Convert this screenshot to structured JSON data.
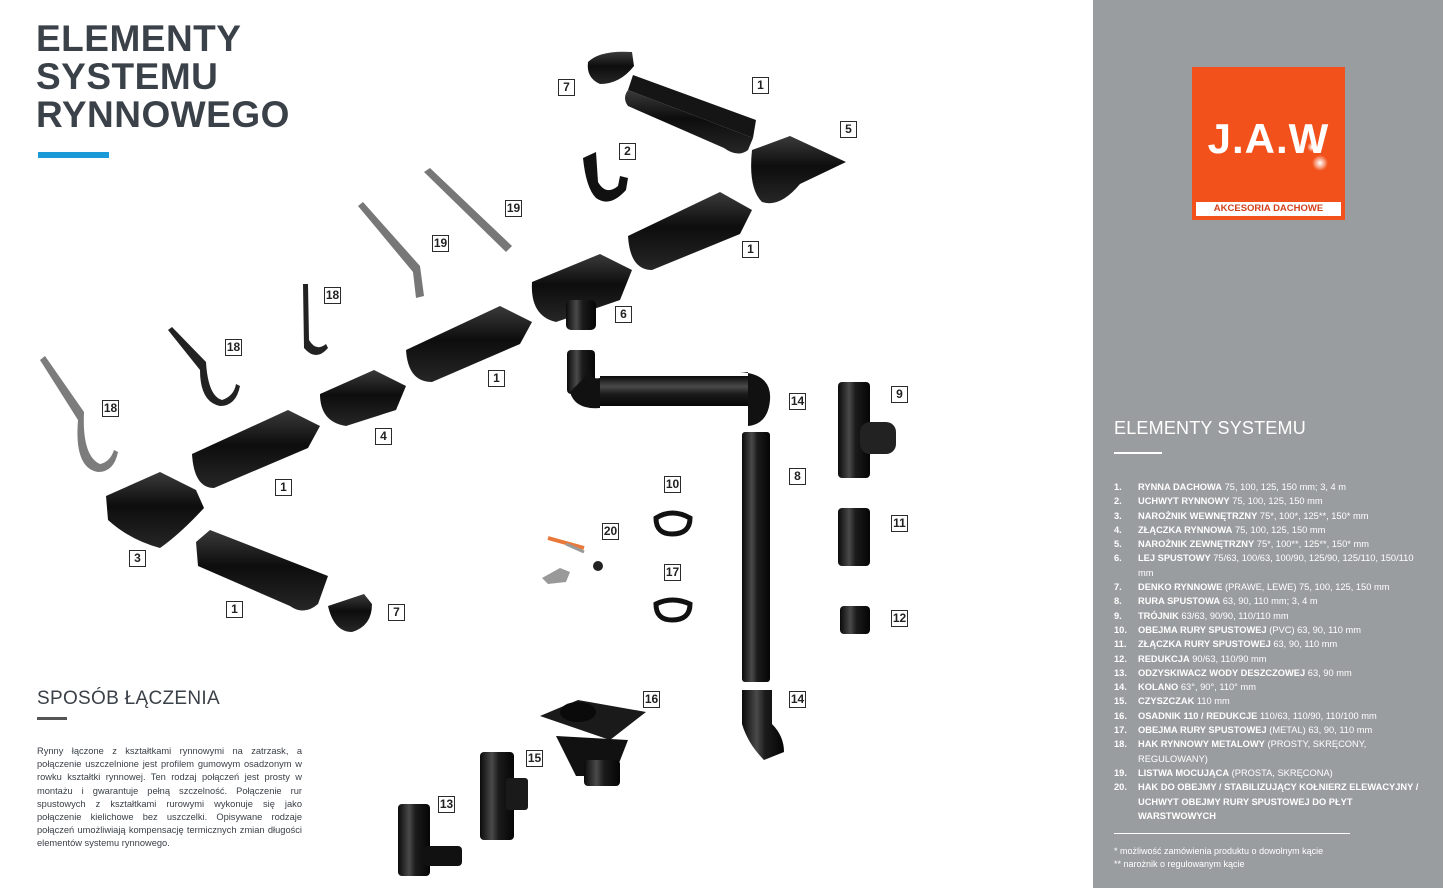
{
  "title_lines": [
    "ELEMENTY",
    "SYSTEMU",
    "RYNNOWEGO"
  ],
  "labels": {
    "l1a": "1",
    "l1b": "1",
    "l1c": "1",
    "l1d": "1",
    "l1e": "1",
    "l2": "2",
    "l3": "3",
    "l4": "4",
    "l5": "5",
    "l6": "6",
    "l7a": "7",
    "l7b": "7",
    "l8": "8",
    "l9": "9",
    "l10": "10",
    "l11": "11",
    "l12": "12",
    "l13": "13",
    "l14a": "14",
    "l14b": "14",
    "l15": "15",
    "l16": "16",
    "l17": "17",
    "l18a": "18",
    "l18b": "18",
    "l18c": "18",
    "l19a": "19",
    "l19b": "19",
    "l20": "20"
  },
  "sposob": {
    "title": "SPOSÓB ŁĄCZENIA",
    "text": "Rynny łączone z kształtkami rynnowymi na zatrzask, a połączenie uszczelnione jest profilem gumowym osadzonym w rowku kształtki rynnowej. Ten rodzaj połączeń jest prosty w montażu i gwarantuje pełną szczelność. Połączenie rur spustowych z kształtkami rurowymi wykonuje się jako połączenie kielichowe bez uszczelki. Opisywane rodzaje połączeń umożliwiają kompensację termicznych zmian długości elementów systemu rynnowego."
  },
  "logo": {
    "text": "J.A.W",
    "sub": "AKCESORIA DACHOWE",
    "bg": "#f2511b"
  },
  "elements": {
    "title": "ELEMENTY SYSTEMU",
    "items": [
      {
        "num": "1.",
        "name": "RYNNA DACHOWA",
        "spec": "75, 100, 125, 150 mm; 3, 4 m"
      },
      {
        "num": "2.",
        "name": "UCHWYT RYNNOWY",
        "spec": "75, 100, 125, 150 mm"
      },
      {
        "num": "3.",
        "name": "NAROŻNIK WEWNĘTRZNY",
        "spec": "75*, 100*, 125**, 150* mm"
      },
      {
        "num": "4.",
        "name": "ZŁĄCZKA RYNNOWA",
        "spec": "75, 100, 125, 150 mm"
      },
      {
        "num": "5.",
        "name": "NAROŻNIK ZEWNĘTRZNY",
        "spec": "75*, 100**, 125**, 150* mm"
      },
      {
        "num": "6.",
        "name": "LEJ SPUSTOWY",
        "spec": "75/63, 100/63, 100/90, 125/90, 125/110, 150/110 mm"
      },
      {
        "num": "7.",
        "name": "DENKO RYNNOWE",
        "spec": "(PRAWE, LEWE) 75, 100, 125, 150 mm"
      },
      {
        "num": "8.",
        "name": "RURA SPUSTOWA",
        "spec": "63, 90, 110 mm; 3, 4 m"
      },
      {
        "num": "9.",
        "name": "TRÓJNIK",
        "spec": "63/63, 90/90, 110/110 mm"
      },
      {
        "num": "10.",
        "name": "OBEJMA RURY SPUSTOWEJ",
        "spec": "(PVC) 63, 90, 110 mm"
      },
      {
        "num": "11.",
        "name": "ZŁĄCZKA RURY SPUSTOWEJ",
        "spec": "63, 90, 110 mm"
      },
      {
        "num": "12.",
        "name": "REDUKCJA",
        "spec": "90/63, 110/90 mm"
      },
      {
        "num": "13.",
        "name": "ODZYSKIWACZ WODY DESZCZOWEJ",
        "spec": "63, 90 mm"
      },
      {
        "num": "14.",
        "name": "KOLANO",
        "spec": "63°, 90°, 110° mm"
      },
      {
        "num": "15.",
        "name": "CZYSZCZAK",
        "spec": "110 mm"
      },
      {
        "num": "16.",
        "name": "OSADNIK 110 / REDUKCJE",
        "spec": "110/63, 110/90, 110/100 mm"
      },
      {
        "num": "17.",
        "name": "OBEJMA RURY SPUSTOWEJ",
        "spec": "(METAL) 63, 90, 110 mm"
      },
      {
        "num": "18.",
        "name": "HAK RYNNOWY METALOWY",
        "spec": "(PROSTY, SKRĘCONY, REGULOWANY)"
      },
      {
        "num": "19.",
        "name": "LISTWA MOCUJĄCA",
        "spec": "(PROSTA, SKRĘCONA)"
      },
      {
        "num": "20.",
        "name": "HAK DO OBEJMY / STABILIZUJĄCY KOŁNIERZ ELEWACYJNY / UCHWYT OBEJMY RURY SPUSTOWEJ DO PŁYT WARSTWOWYCH",
        "spec": ""
      }
    ],
    "footnote1": "*   możliwość zamówienia produktu o dowolnym kącie",
    "footnote2": "**  narożnik o regulowanym kącie"
  }
}
